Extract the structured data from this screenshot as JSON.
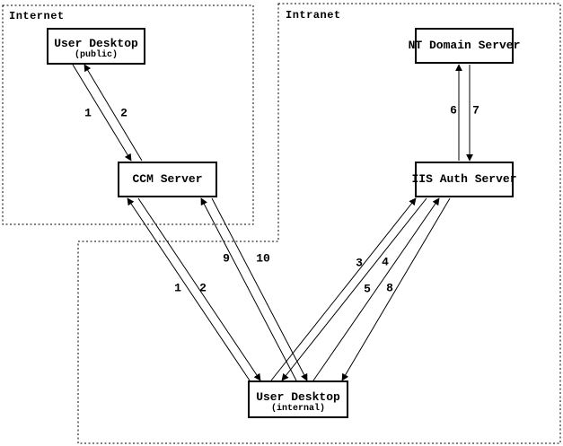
{
  "diagram": {
    "regions": {
      "internet": {
        "label": "Internet"
      },
      "intranet": {
        "label": "Intranet"
      }
    },
    "nodes": {
      "user_desktop_public": {
        "title": "User Desktop",
        "subtitle": "(public)"
      },
      "ccm_server": {
        "title": "CCM Server"
      },
      "nt_domain_server": {
        "title": "NT Domain Server"
      },
      "iis_auth_server": {
        "title": "IIS Auth Server"
      },
      "user_desktop_internal": {
        "title": "User Desktop",
        "subtitle": "(internal)"
      }
    },
    "arrow_labels": {
      "public_1": "1",
      "public_2": "2",
      "internal_1": "1",
      "internal_2": "2",
      "step_3": "3",
      "step_4": "4",
      "step_5": "5",
      "step_6": "6",
      "step_7": "7",
      "step_8": "8",
      "step_9": "9",
      "step_10": "10"
    },
    "colors": {
      "line": "#000000",
      "background": "#ffffff",
      "text": "#000000"
    }
  }
}
